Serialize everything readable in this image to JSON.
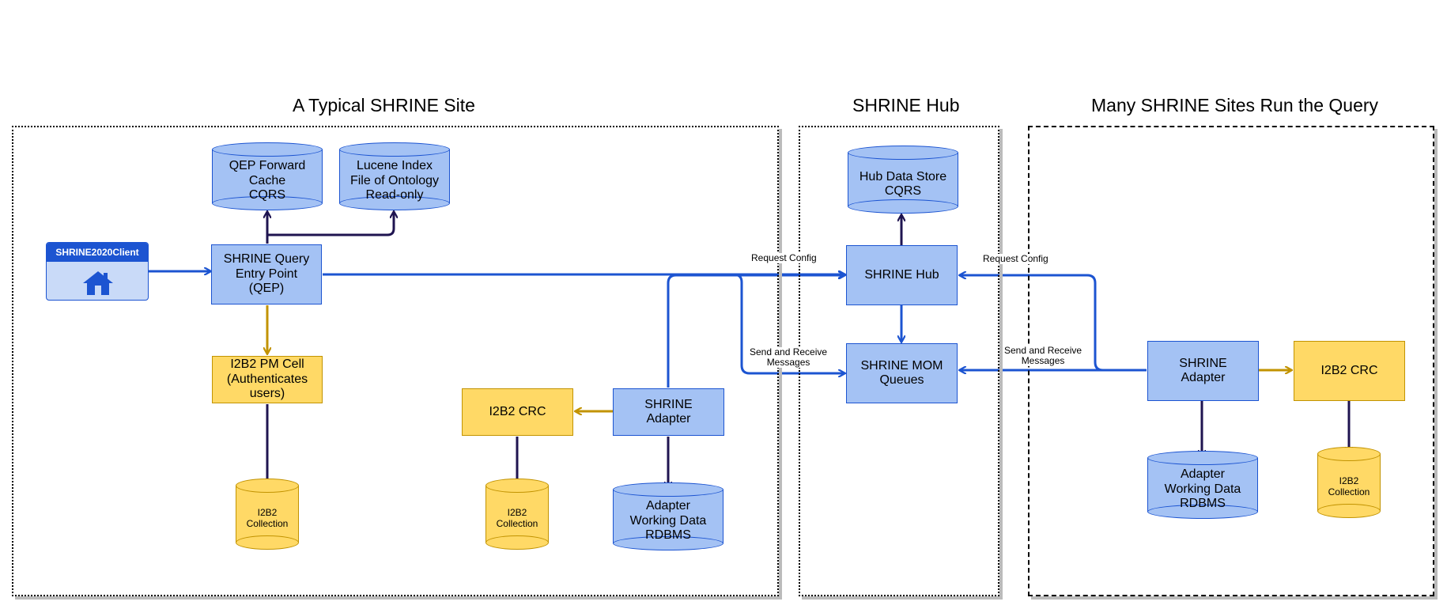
{
  "regions": {
    "site": {
      "title": "A Typical SHRINE Site"
    },
    "hub": {
      "title": "SHRINE Hub"
    },
    "many": {
      "title": "Many SHRINE Sites Run the Query"
    }
  },
  "client": {
    "label": "SHRINE2020Client",
    "icon": "home-icon"
  },
  "nodes": {
    "qep": "SHRINE Query\nEntry Point\n(QEP)",
    "qep_cache": "QEP Forward\nCache\nCQRS",
    "lucene": "Lucene Index\nFile of Ontology\nRead-only",
    "pm_cell": "I2B2 PM Cell\n(Authenticates\nusers)",
    "i2b2_collection_1": "I2B2\nCollection",
    "crc_local": "I2B2 CRC",
    "i2b2_collection_2": "I2B2\nCollection",
    "adapter_local": "SHRINE\nAdapter",
    "adapter_db_local": "Adapter\nWorking Data\nRDBMS",
    "hub_store": "Hub Data Store\nCQRS",
    "hub": "SHRINE Hub",
    "mom": "SHRINE MOM\nQueues",
    "adapter_remote": "SHRINE\nAdapter",
    "crc_remote": "I2B2 CRC",
    "adapter_db_remote": "Adapter\nWorking Data\nRDBMS",
    "i2b2_collection_3": "I2B2\nCollection"
  },
  "edge_labels": {
    "request_config_left": "Request Config",
    "send_receive_left": "Send and Receive\nMessages",
    "request_config_right": "Request Config",
    "send_receive_right": "Send and Receive\nMessages"
  },
  "colors": {
    "blue_fill": "#a4c2f4",
    "blue_stroke": "#1c54d1",
    "gold_fill": "#ffd966",
    "gold_stroke": "#c29300",
    "dark_arrow": "#1f1450",
    "blue_arrow": "#1c54d1",
    "gold_arrow": "#c29300"
  }
}
